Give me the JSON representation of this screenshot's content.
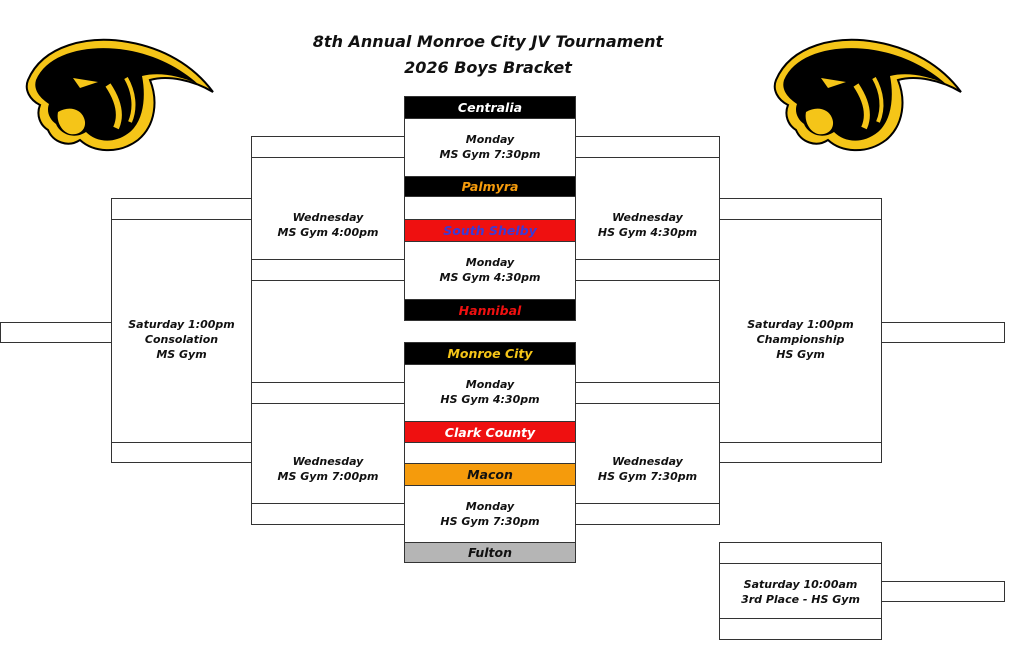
{
  "header": {
    "title": "8th Annual Monroe City JV Tournament",
    "subtitle": "2026 Boys Bracket"
  },
  "colors": {
    "black": "#000000",
    "red": "#ef1010",
    "orange": "#f59b0c",
    "gray": "#b5b5b5",
    "gold": "#f5c518"
  },
  "teams": {
    "centralia": "Centralia",
    "palmyra": "Palmyra",
    "south_shelby": "South Shelby",
    "hannibal": "Hannibal",
    "monroe_city": "Monroe City",
    "clark_county": "Clark County",
    "macon": "Macon",
    "fulton": "Fulton"
  },
  "games": {
    "g1": {
      "day": "Monday",
      "place": "MS Gym 7:30pm"
    },
    "g2": {
      "day": "Monday",
      "place": "MS Gym 4:30pm"
    },
    "g3": {
      "day": "Monday",
      "place": "HS Gym 4:30pm"
    },
    "g4": {
      "day": "Monday",
      "place": "HS Gym 7:30pm"
    },
    "wl_top": {
      "day": "Wednesday",
      "place": "MS Gym 4:00pm"
    },
    "wl_bot": {
      "day": "Wednesday",
      "place": "MS Gym 7:00pm"
    },
    "wr_top": {
      "day": "Wednesday",
      "place": "HS Gym 4:30pm"
    },
    "wr_bot": {
      "day": "Wednesday",
      "place": "HS Gym 7:30pm"
    },
    "consolation": {
      "time": "Saturday 1:00pm",
      "name": "Consolation",
      "place": "MS Gym"
    },
    "championship": {
      "time": "Saturday 1:00pm",
      "name": "Championship",
      "place": "HS Gym"
    },
    "third": {
      "time": "Saturday 10:00am",
      "name": "3rd Place - HS Gym"
    }
  }
}
